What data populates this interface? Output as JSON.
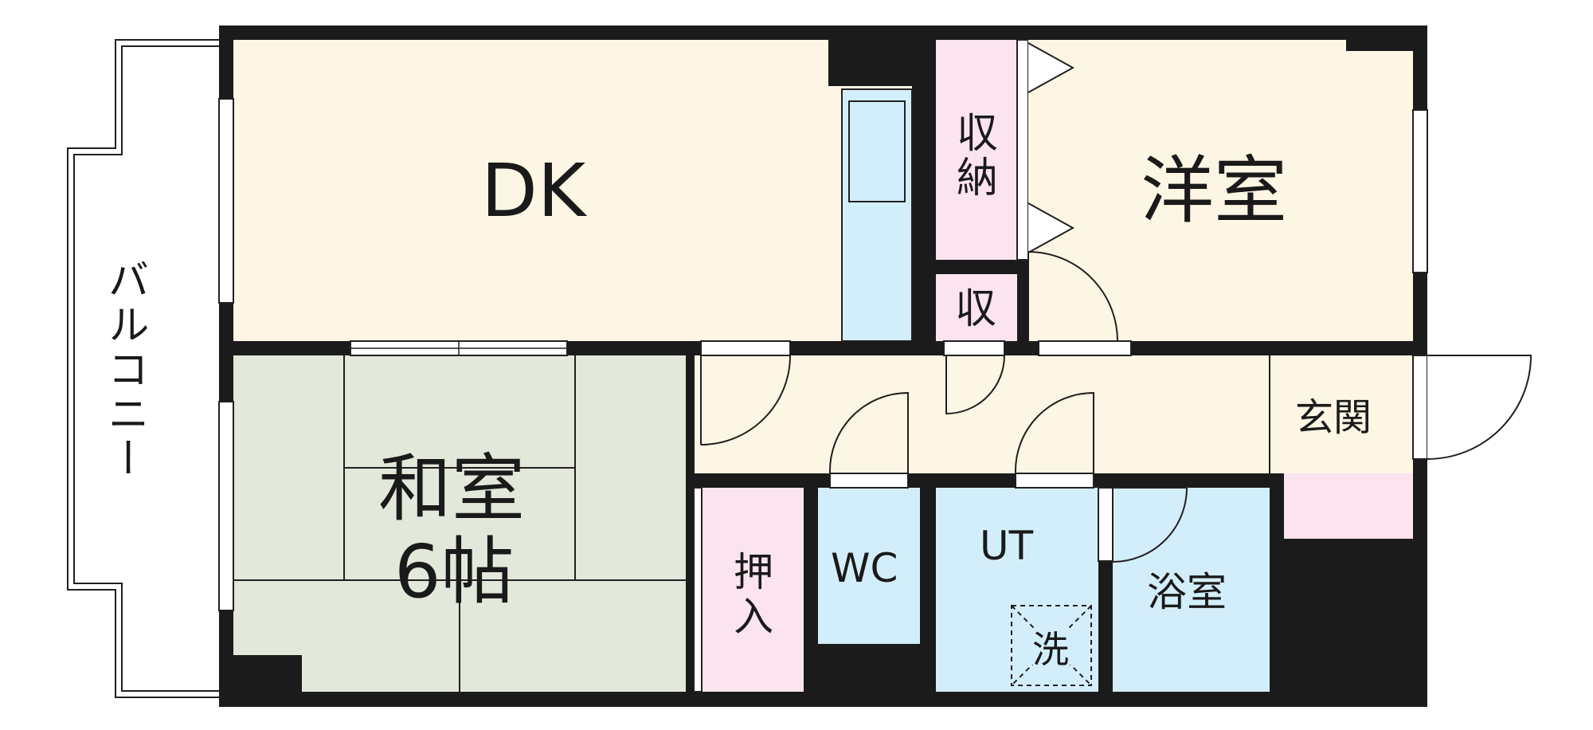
{
  "colors": {
    "wall": "#1b1b1b",
    "dk_floor": "#fdf6e4",
    "washitsu_floor": "#e2e8da",
    "storage": "#fbe3ef",
    "wet_area": "#d3eefb",
    "outline": "#231f20"
  },
  "rooms": {
    "dk": "DK",
    "yoshitsu": "洋室",
    "washitsu_name": "和室",
    "washitsu_size": "6帖",
    "closet_top": "収納",
    "closet_small": "収",
    "oshiire": "押入",
    "wc": "WC",
    "ut": "UT",
    "bath": "浴室",
    "genkan": "玄関",
    "balcony": "バルコニー",
    "washer": "洗"
  }
}
